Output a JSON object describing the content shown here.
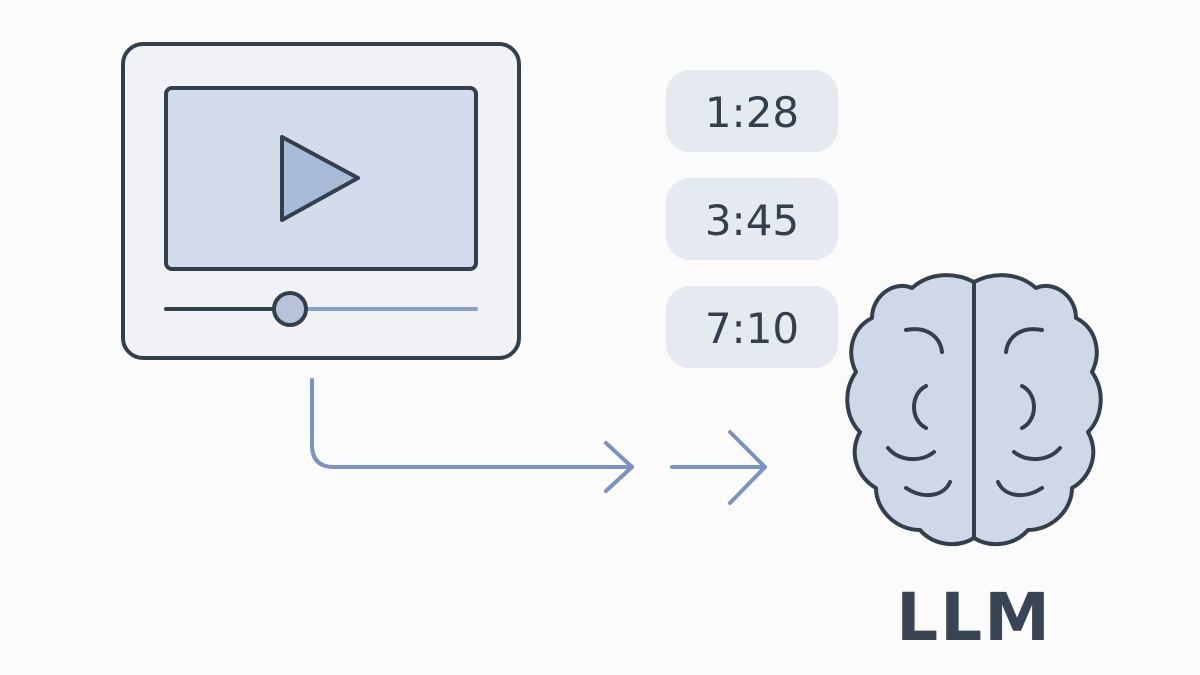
{
  "diagram": {
    "timestamps": [
      "1:28",
      "3:45",
      "7:10"
    ],
    "model_label": "LLM",
    "icons": {
      "video": "video-player-icon",
      "play": "play-icon",
      "brain": "brain-icon",
      "arrow": "arrow-right-icon"
    },
    "colors": {
      "outline": "#343f4e",
      "fill_light": "#dfe5ee",
      "fill_screen": "#d3dced",
      "accent": "#7b93c4",
      "pill": "#e5e9f0"
    },
    "progress": {
      "played_fraction": 0.4
    }
  }
}
